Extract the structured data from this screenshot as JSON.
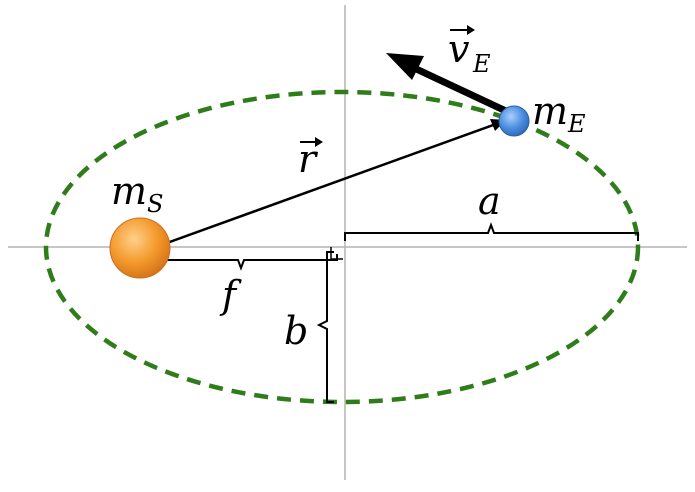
{
  "labels": {
    "sun_mass": "m",
    "sun_mass_sub": "S",
    "earth_mass": "m",
    "earth_mass_sub": "E",
    "velocity": "v",
    "velocity_sub": "E",
    "radius_vector": "r",
    "semi_major_axis": "a",
    "semi_minor_axis": "b",
    "focal_distance": "f"
  },
  "colors": {
    "orbit": "#2e7d1a",
    "axes": "#b3b3b3",
    "sun": "#f39a2c",
    "earth": "#4d8fe0",
    "ink": "#000000"
  }
}
